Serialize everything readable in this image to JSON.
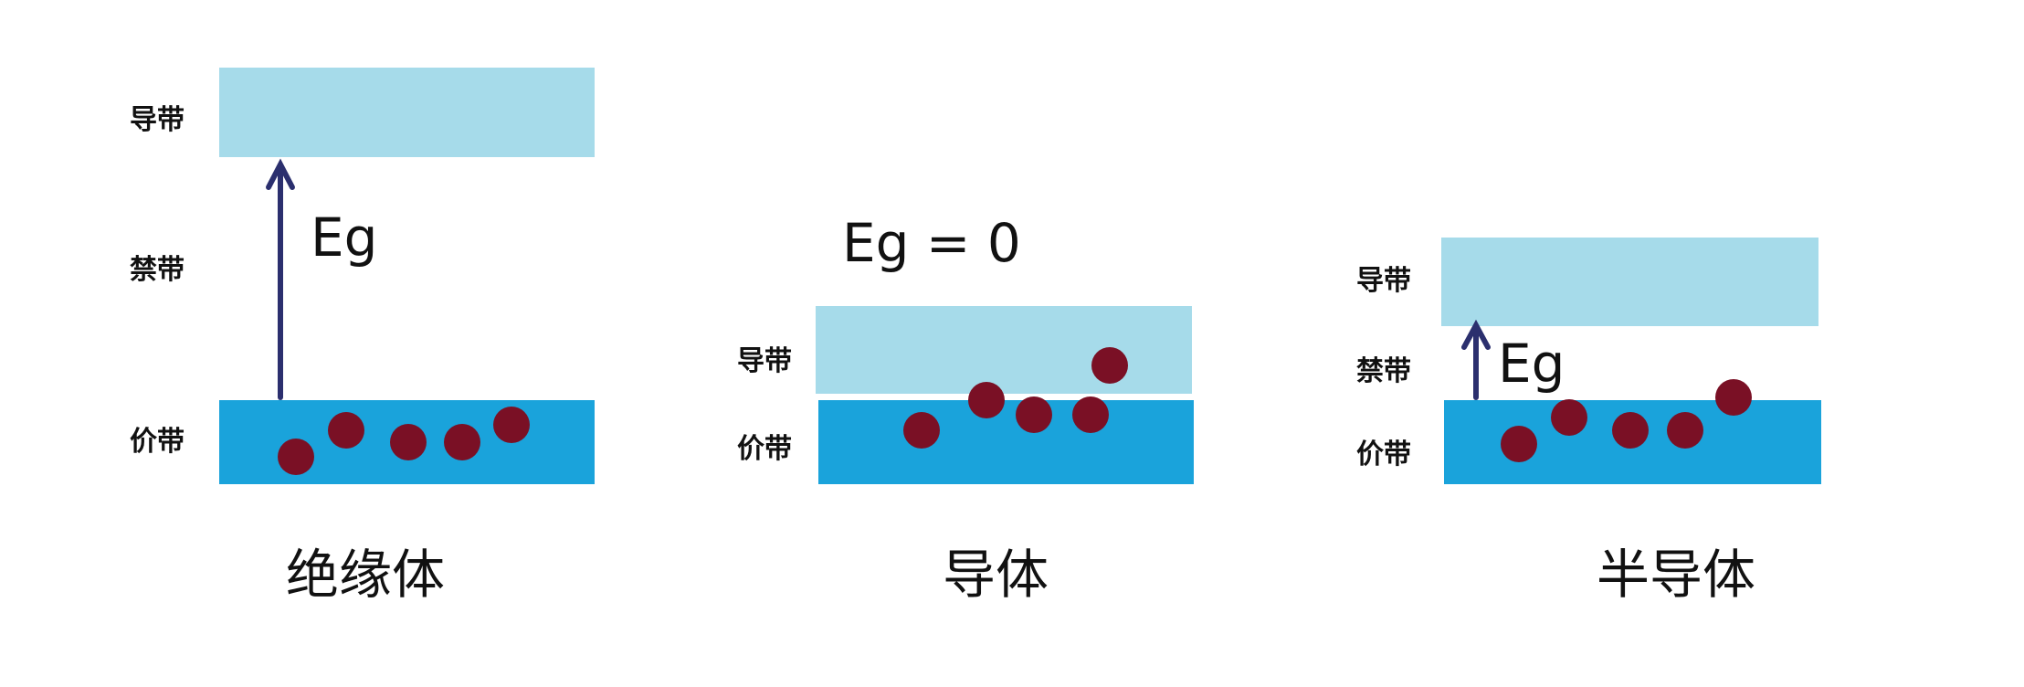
{
  "panels": [
    {
      "title": "绝缘体",
      "conduction_label": "导带",
      "gap_label": "禁带",
      "valence_label": "价带",
      "eg_label": "Eg",
      "electrons_in_valence": 5,
      "electrons_in_conduction": 0
    },
    {
      "title": "导体",
      "conduction_label": "导带",
      "valence_label": "价带",
      "eg_label": "Eg = 0",
      "electrons_in_valence": 4,
      "electrons_in_conduction": 1
    },
    {
      "title": "半导体",
      "conduction_label": "导带",
      "gap_label": "禁带",
      "valence_label": "价带",
      "eg_label": "Eg",
      "electrons_in_valence": 5,
      "electrons_in_conduction": 0
    }
  ],
  "colors": {
    "conduction_band": "#a6dbea",
    "valence_band": "#1aa3db",
    "electron": "#7a1025",
    "arrow": "#2b2f6e"
  }
}
